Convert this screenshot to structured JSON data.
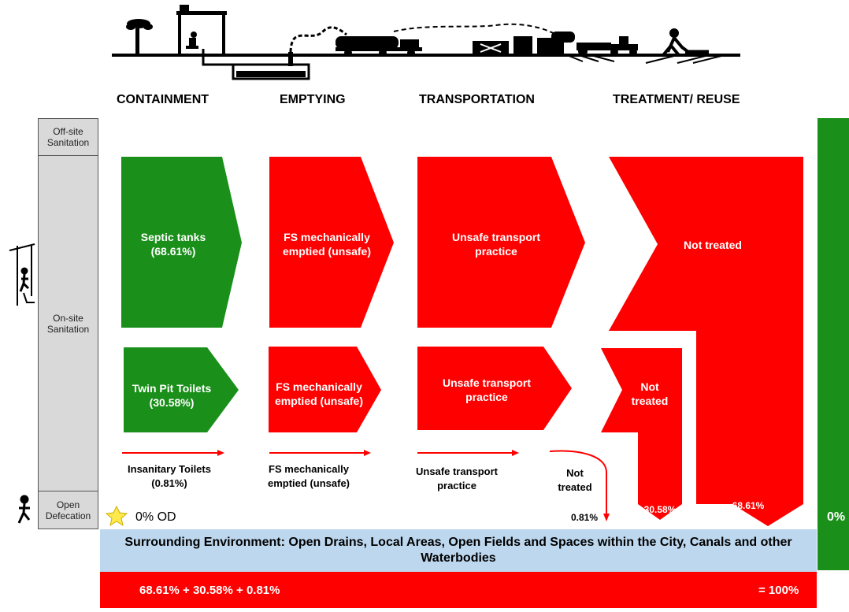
{
  "stages": {
    "containment": "CONTAINMENT",
    "emptying": "EMPTYING",
    "transportation": "TRANSPORTATION",
    "treatment": "TREATMENT/ REUSE"
  },
  "sidebar": {
    "offsite": "Off-site Sanitation",
    "onsite": "On-site Sanitation",
    "open": "Open Defecation"
  },
  "septic_row": {
    "containment": "Septic tanks (68.61%)",
    "emptying": "FS mechanically emptied (unsafe)",
    "transport": "Unsafe transport practice",
    "treatment": "Not treated",
    "percent": "68.61%"
  },
  "twinpit_row": {
    "containment": "Twin Pit Toilets (30.58%)",
    "emptying": "FS mechanically emptied (unsafe)",
    "transport": "Unsafe transport practice",
    "treatment": "Not treated",
    "percent": "30.58%"
  },
  "insanitary_row": {
    "containment": "Insanitary Toilets (0.81%)",
    "emptying": "FS mechanically emptied (unsafe)",
    "transport": "Unsafe transport practice",
    "treatment": "Not treated",
    "percent": "0.81%"
  },
  "open_defecation": "0% OD",
  "environment": "Surrounding Environment: Open Drains, Local Areas, Open Fields and Spaces within the City, Canals and other Waterbodies",
  "totals": {
    "sum": "68.61% + 30.58% + 0.81%",
    "equals": "= 100%"
  },
  "safe_percent": "0%",
  "colors": {
    "safe": "#1a8f1a",
    "unsafe": "#ff0000",
    "environment": "#bdd7ee",
    "sidebar": "#d9d9d9"
  }
}
